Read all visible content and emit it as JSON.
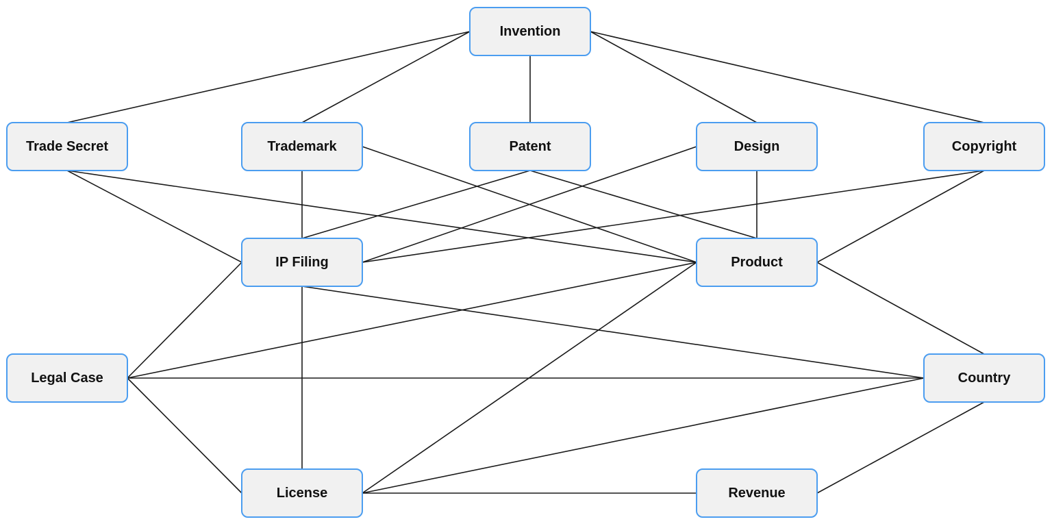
{
  "nodes": [
    {
      "id": "invention",
      "label": "Invention"
    },
    {
      "id": "trade-secret",
      "label": "Trade Secret"
    },
    {
      "id": "trademark",
      "label": "Trademark"
    },
    {
      "id": "patent",
      "label": "Patent"
    },
    {
      "id": "design",
      "label": "Design"
    },
    {
      "id": "copyright",
      "label": "Copyright"
    },
    {
      "id": "ip-filing",
      "label": "IP Filing"
    },
    {
      "id": "product",
      "label": "Product"
    },
    {
      "id": "legal-case",
      "label": "Legal Case"
    },
    {
      "id": "country",
      "label": "Country"
    },
    {
      "id": "license",
      "label": "License"
    },
    {
      "id": "revenue",
      "label": "Revenue"
    }
  ],
  "edges": [
    {
      "from": "invention",
      "to": "trade-secret"
    },
    {
      "from": "invention",
      "to": "trademark"
    },
    {
      "from": "invention",
      "to": "patent"
    },
    {
      "from": "invention",
      "to": "design"
    },
    {
      "from": "invention",
      "to": "copyright"
    },
    {
      "from": "trade-secret",
      "to": "ip-filing"
    },
    {
      "from": "trade-secret",
      "to": "product"
    },
    {
      "from": "trademark",
      "to": "ip-filing"
    },
    {
      "from": "trademark",
      "to": "product"
    },
    {
      "from": "patent",
      "to": "ip-filing"
    },
    {
      "from": "patent",
      "to": "product"
    },
    {
      "from": "design",
      "to": "ip-filing"
    },
    {
      "from": "design",
      "to": "product"
    },
    {
      "from": "copyright",
      "to": "ip-filing"
    },
    {
      "from": "copyright",
      "to": "product"
    },
    {
      "from": "ip-filing",
      "to": "legal-case"
    },
    {
      "from": "ip-filing",
      "to": "license"
    },
    {
      "from": "ip-filing",
      "to": "country"
    },
    {
      "from": "product",
      "to": "legal-case"
    },
    {
      "from": "product",
      "to": "license"
    },
    {
      "from": "product",
      "to": "country"
    },
    {
      "from": "legal-case",
      "to": "country"
    },
    {
      "from": "legal-case",
      "to": "license"
    },
    {
      "from": "license",
      "to": "country"
    },
    {
      "from": "license",
      "to": "revenue"
    },
    {
      "from": "country",
      "to": "revenue"
    }
  ]
}
